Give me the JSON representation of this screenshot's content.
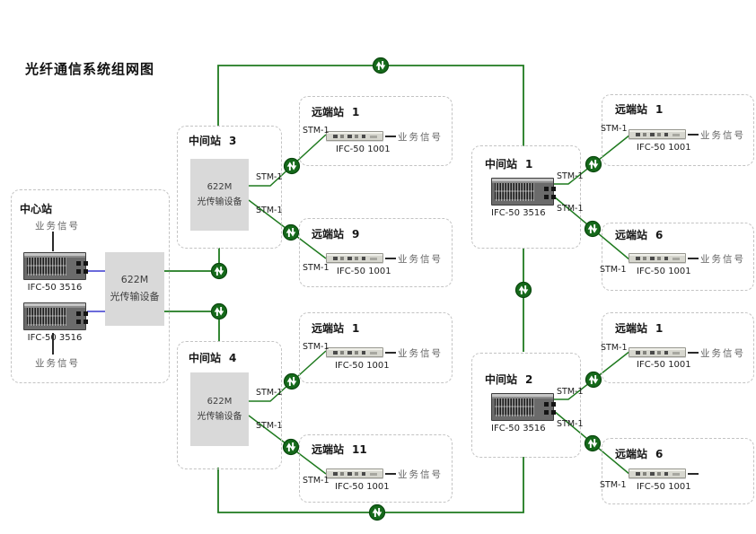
{
  "title": "光纤通信系统组网图",
  "labels": {
    "stm1": "STM-1",
    "service": "业务信号"
  },
  "devices": {
    "mux_line1": "622M",
    "mux_line2": "光传输设备",
    "rack_model": "IFC-50 3516",
    "unit_model": "IFC-50 1001"
  },
  "stations": {
    "center": {
      "name": "中心站"
    },
    "intermediate": [
      {
        "name": "中间站",
        "no": "3"
      },
      {
        "name": "中间站",
        "no": "4"
      },
      {
        "name": "中间站",
        "no": "1"
      },
      {
        "name": "中间站",
        "no": "2"
      }
    ],
    "remote": [
      {
        "name": "远端站",
        "no": "1",
        "signal": "业务信号"
      },
      {
        "name": "远端站",
        "no": "9",
        "signal": "业务信号"
      },
      {
        "name": "远端站",
        "no": "1",
        "signal": "业务信号"
      },
      {
        "name": "远端站",
        "no": "11",
        "signal": "业务信号"
      },
      {
        "name": "远端站",
        "no": "1",
        "signal": "业务信号"
      },
      {
        "name": "远端站",
        "no": "6",
        "signal": "业务信号"
      },
      {
        "name": "远端站",
        "no": "1",
        "signal": "业务信号"
      },
      {
        "name": "远端站",
        "no": "6",
        "signal": ""
      }
    ]
  },
  "colors": {
    "fiber_green": "#1f7a1f",
    "connector_green": "#15691a",
    "cable_blue": "#3a3acf",
    "equipment_gray": "#d9d9d9"
  }
}
